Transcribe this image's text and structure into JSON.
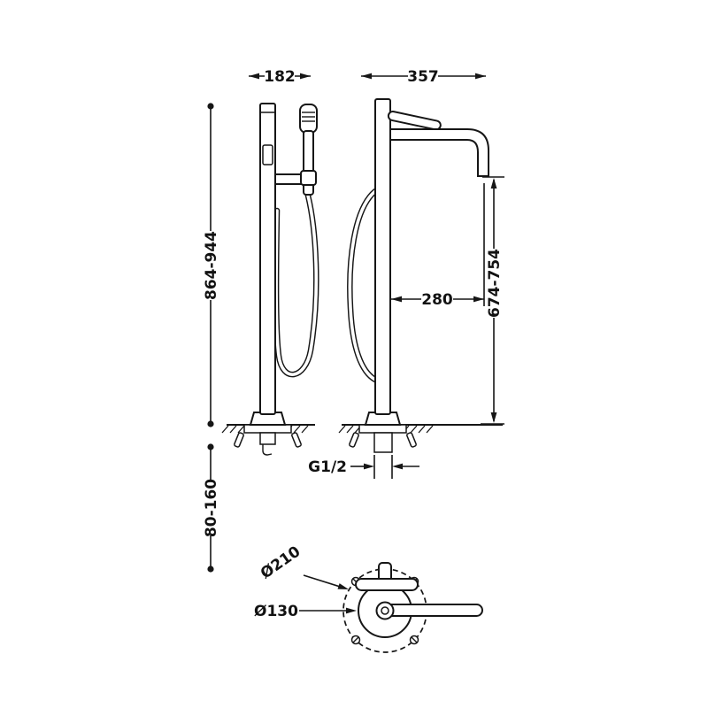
{
  "drawing": {
    "type": "freestanding-bath-mixer-technical-drawing",
    "labels": {
      "width_handshower_view": "182",
      "width_spout_view": "357",
      "height_above_floor": "864-944",
      "depth_below_floor": "80-160",
      "spout_height": "674-754",
      "spout_reach": "280",
      "connection_thread": "G1/2",
      "base_outer_diameter": "Ø210",
      "body_diameter": "Ø130"
    },
    "colors": {
      "line": "#161616",
      "background": "#ffffff"
    }
  }
}
